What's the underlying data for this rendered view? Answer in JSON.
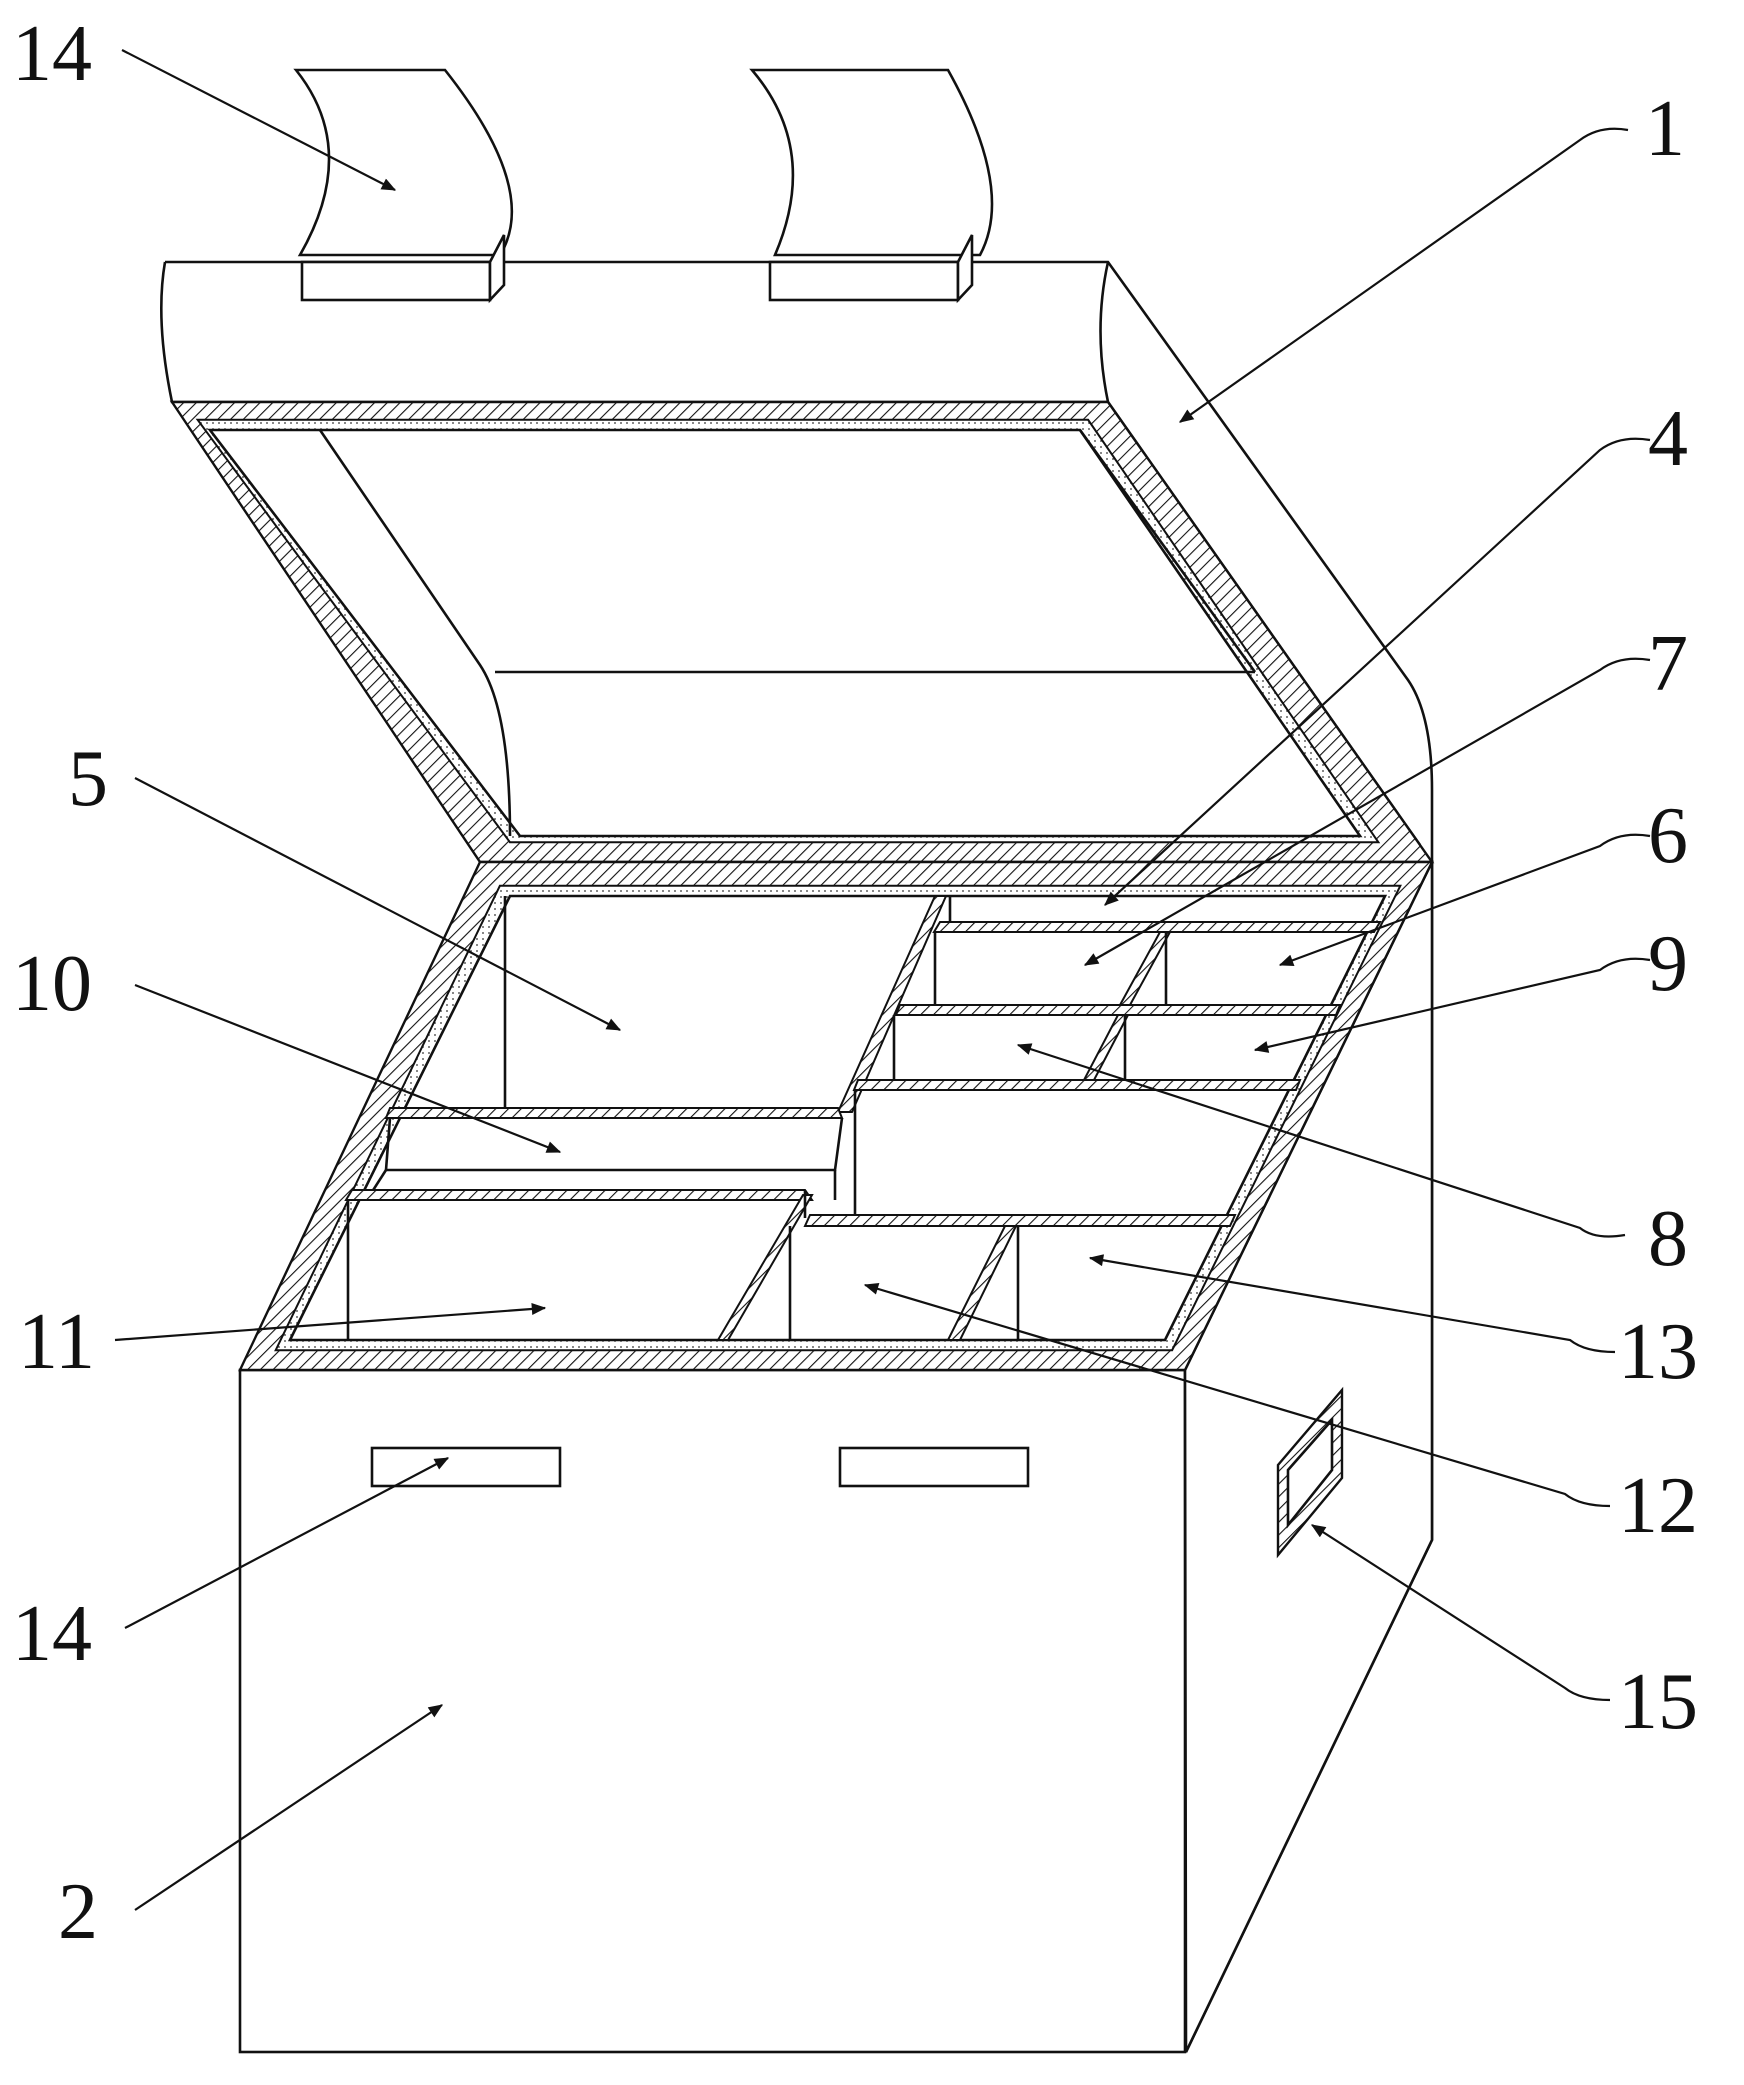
{
  "diagram": {
    "labels": {
      "l1": "1",
      "l2": "2",
      "l4": "4",
      "l5": "5",
      "l6": "6",
      "l7": "7",
      "l8": "8",
      "l9": "9",
      "l10": "10",
      "l11": "11",
      "l12": "12",
      "l13": "13",
      "l14_top": "14",
      "l14_front": "14",
      "l15": "15"
    }
  }
}
